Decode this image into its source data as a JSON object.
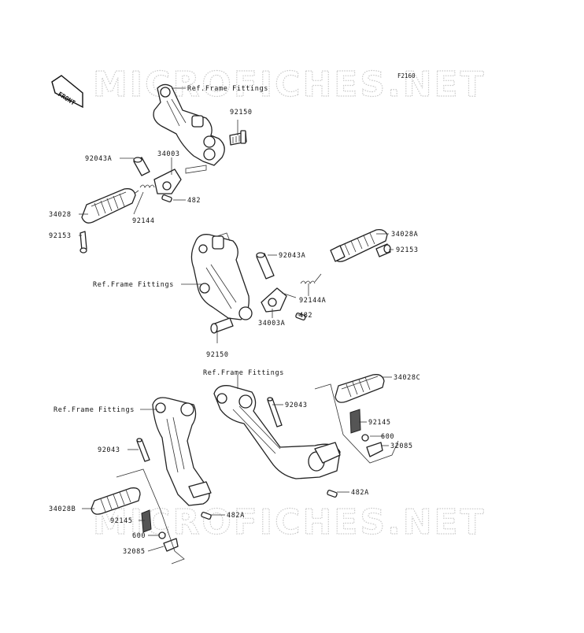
{
  "diagram_code": "F2160",
  "watermark": "MICROFICHES.NET",
  "front_arrow": "FRONT",
  "callouts": {
    "ref_frame_1": "Ref.Frame Fittings",
    "ref_frame_2": "Ref.Frame Fittings",
    "ref_frame_3": "Ref.Frame Fittings",
    "ref_frame_4": "Ref.Frame Fittings",
    "p92150_a": "92150",
    "p92043A_a": "92043A",
    "p34003": "34003",
    "p482_a": "482",
    "p34028": "34028",
    "p92144": "92144",
    "p92153_a": "92153",
    "p34028A": "34028A",
    "p92153_b": "92153",
    "p92043A_b": "92043A",
    "p92144A": "92144A",
    "p482_b": "482",
    "p34003A": "34003A",
    "p92150_b": "92150",
    "p34028C": "34028C",
    "p92043_a": "92043",
    "p92145_a": "92145",
    "p600_a": "600",
    "p32085_a": "32085",
    "p482A_a": "482A",
    "p92043_b": "92043",
    "p34028B": "34028B",
    "p92145_b": "92145",
    "p482A_b": "482A",
    "p600_b": "600",
    "p32085_b": "32085"
  }
}
